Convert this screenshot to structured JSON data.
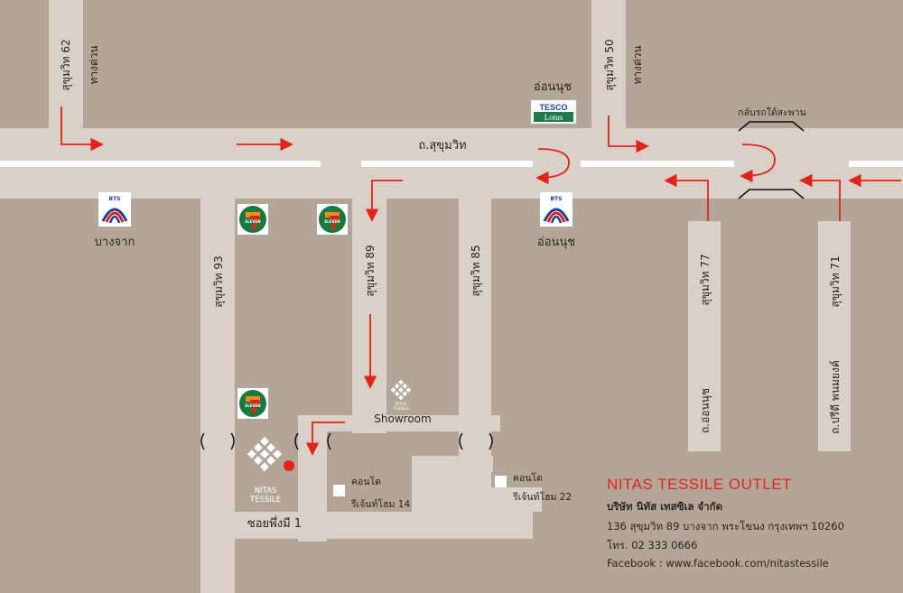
{
  "map": {
    "road_main": "ถ.สุขุมวิท",
    "soi_62": "สุขุมวิท 62",
    "tang_duan_left": "ทางด่วน",
    "soi_50": "สุขุมวิท 50",
    "tang_duan_right": "ทางด่วน",
    "onnut_top": "อ่อนนุช",
    "uturn_label": "กลับรถใต้สะพาน",
    "bts_bangchak": "บางจาก",
    "bts_onnut": "อ่อนนุช",
    "soi_93": "สุขุมวิท 93",
    "soi_89": "สุขุมวิท 89",
    "soi_85": "สุขุมวิท 85",
    "soi_77": "สุขุมวิท 77",
    "soi_71": "สุขุมวิท 71",
    "onnut_road": "ถ.อ่อนนุช",
    "pridi_road": "ถ.ปรีดี พนมยงค์",
    "showroom": "Showroom",
    "condo1_a": "คอนโด",
    "condo1_b": "รีเจ้นท์โฮม 14",
    "condo2_a": "คอนโด",
    "condo2_b": "รีเจ้นท์โฮม 22",
    "soi_phuengmee": "ซอยพึ่งมี 1",
    "tesco_top": "TESCO",
    "tesco_bottom": "Lotus",
    "bts_logo_text": "BTS",
    "seven_eleven_text": "ELEVEN",
    "nitas_logo_a": "NITAS",
    "nitas_logo_b": "TESSILE"
  },
  "info": {
    "title": "NITAS TESSILE OUTLET",
    "company": "บริษัท นิทัส เทสซิเล จำกัด",
    "address": "136 สุขุมวิท 89 บางจาก พระโขนง กรุงเทพฯ 10260",
    "phone": "โทร. 02 333 0666",
    "facebook": "Facebook : www.facebook.com/nitastessile"
  },
  "colors": {
    "block": "#b3a698",
    "road": "#d9d0c7",
    "arrow": "#e2231a",
    "accent": "#e2231a"
  },
  "icons": [
    "bts-icon",
    "seven-eleven-icon",
    "tesco-lotus-logo",
    "nitas-tessile-logo",
    "location-dot-icon",
    "condo-marker-icon"
  ]
}
